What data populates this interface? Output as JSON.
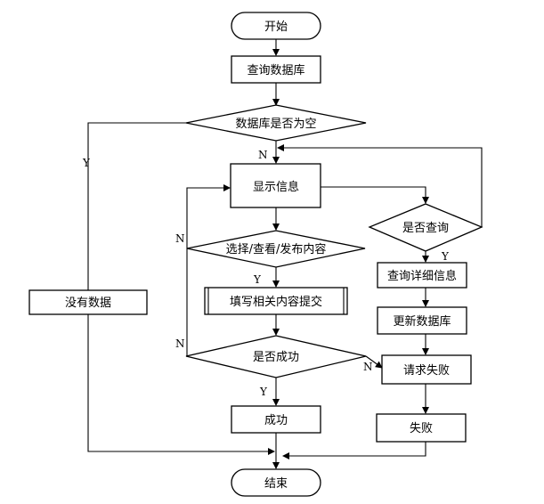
{
  "nodes": {
    "start": "开始",
    "query_db": "查询数据库",
    "db_empty": "数据库是否为空",
    "show_info": "显示信息",
    "is_query": "是否查询",
    "select_action": "选择/查看/发布内容",
    "fill_content": "填写相关内容提交",
    "is_success": "是否成功",
    "success": "成功",
    "no_data": "没有数据",
    "query_detail": "查询详细信息",
    "update_db": "更新数据库",
    "request_fail": "请求失败",
    "fail": "失败",
    "end": "结束"
  },
  "edges": {
    "db_empty_yes": "Y",
    "db_empty_no": "N",
    "is_query_yes": "Y",
    "select_yes": "Y",
    "select_no": "N",
    "success_yes": "Y",
    "success_no_left": "N",
    "success_no_right": "N"
  }
}
